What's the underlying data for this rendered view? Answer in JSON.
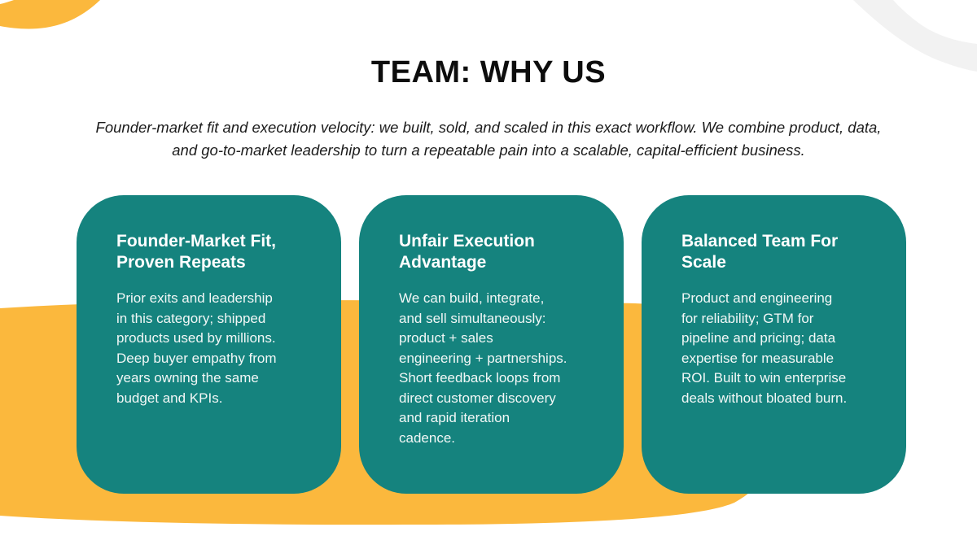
{
  "slide": {
    "title": "TEAM: WHY US",
    "subtitle": "Founder-market fit and execution velocity: we built, sold, and scaled in this exact workflow. We combine product, data,\nand go-to-market leadership to turn a repeatable pain into a scalable, capital-efficient business."
  },
  "cards": [
    {
      "title": "Founder-Market Fit,\nProven Repeats",
      "body": "Prior exits and leadership\nin this category; shipped\nproducts used by millions.\nDeep buyer empathy from\nyears owning the same\nbudget and KPIs."
    },
    {
      "title": "Unfair Execution\nAdvantage",
      "body": "We can build, integrate,\nand sell simultaneously:\nproduct + sales\nengineering + partnerships.\nShort feedback loops from\ndirect customer discovery\nand rapid iteration\ncadence."
    },
    {
      "title": "Balanced Team For\nScale",
      "body": "Product and engineering\nfor reliability; GTM for\npipeline and pricing; data\nexpertise for measurable\nROI. Built to win enterprise\ndeals without bloated burn."
    }
  ],
  "colors": {
    "card_teal": "#15837E",
    "accent_yellow": "#FBB83D",
    "swoosh_gray": "#F2F2F2",
    "title_black": "#0D0D0D",
    "card_text_white": "#FFFFFF"
  }
}
